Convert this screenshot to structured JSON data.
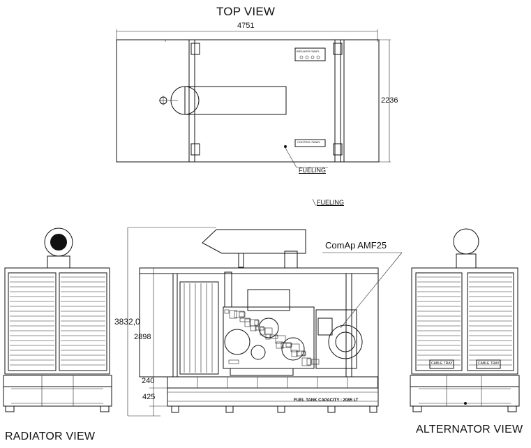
{
  "views": {
    "top_title": "TOP VIEW",
    "radiator_title": "RADIATOR VIEW",
    "alternator_title": "ALTERNATOR VIEW"
  },
  "dimensions": {
    "top_length": "4751",
    "top_width": "2236",
    "overall_height": "3832,0",
    "body_height": "2898",
    "base_height": "240",
    "tank_height": "425"
  },
  "labels": {
    "fueling_1": "FUELING",
    "fueling_2": "FUELING",
    "controller": "ComAp AMF25",
    "breaker_panel": "BREAKER PANEL",
    "control_panel": "CONTROL PANEL",
    "fuel_tank": "FUEL TANK CAPACITY : 2085 LT",
    "cable_tray_1": "CABLE TRAY",
    "cable_tray_2": "CABLE TRAY"
  }
}
